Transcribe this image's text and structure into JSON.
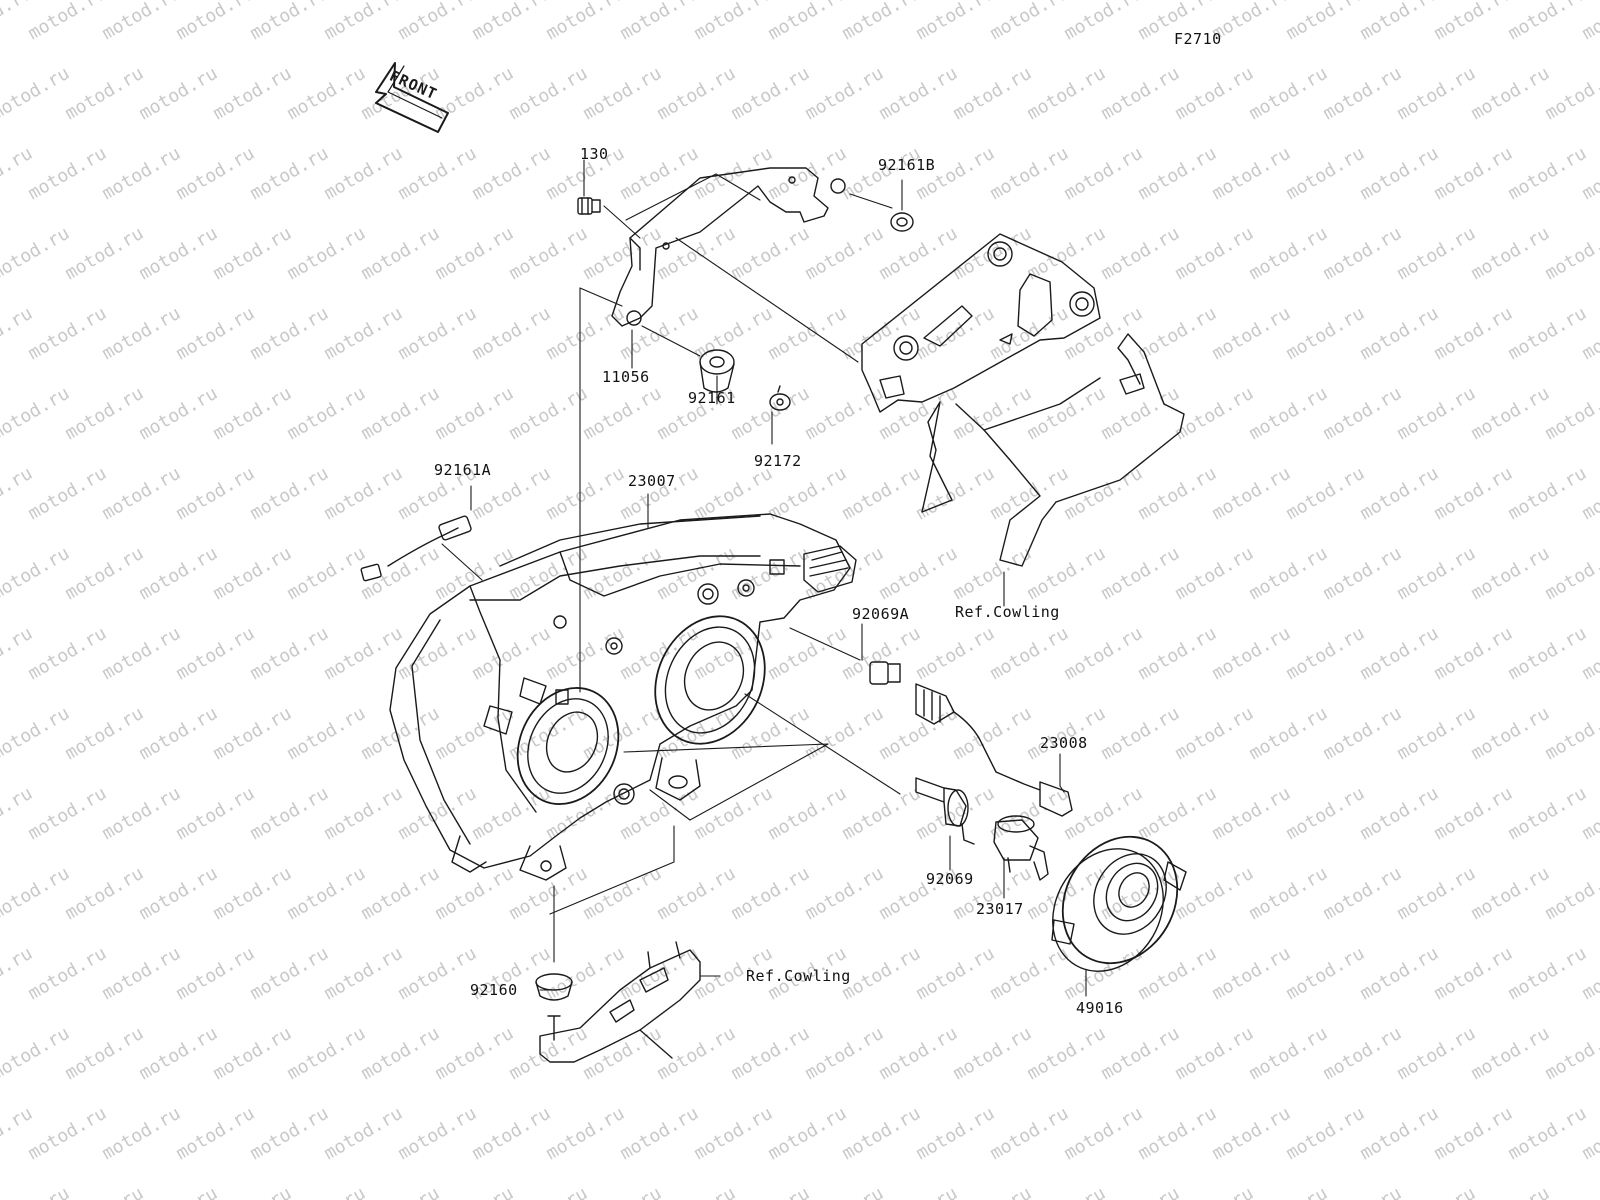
{
  "figure": {
    "code": "F2710",
    "direction_marker": "FRONT",
    "watermark": "motod.ru"
  },
  "colors": {
    "line": "#1a1a1a",
    "watermark": "#c8c8c8",
    "background": "#ffffff"
  },
  "parts": [
    {
      "id": "130"
    },
    {
      "id": "92161B"
    },
    {
      "id": "11056"
    },
    {
      "id": "92161"
    },
    {
      "id": "92172"
    },
    {
      "id": "92161A"
    },
    {
      "id": "23007"
    },
    {
      "id": "92069A"
    },
    {
      "id": "23008"
    },
    {
      "id": "92069"
    },
    {
      "id": "23017"
    },
    {
      "id": "49016"
    },
    {
      "id": "92160"
    }
  ],
  "references": [
    {
      "text": "Ref.Cowling"
    },
    {
      "text": "Ref.Cowling"
    }
  ]
}
